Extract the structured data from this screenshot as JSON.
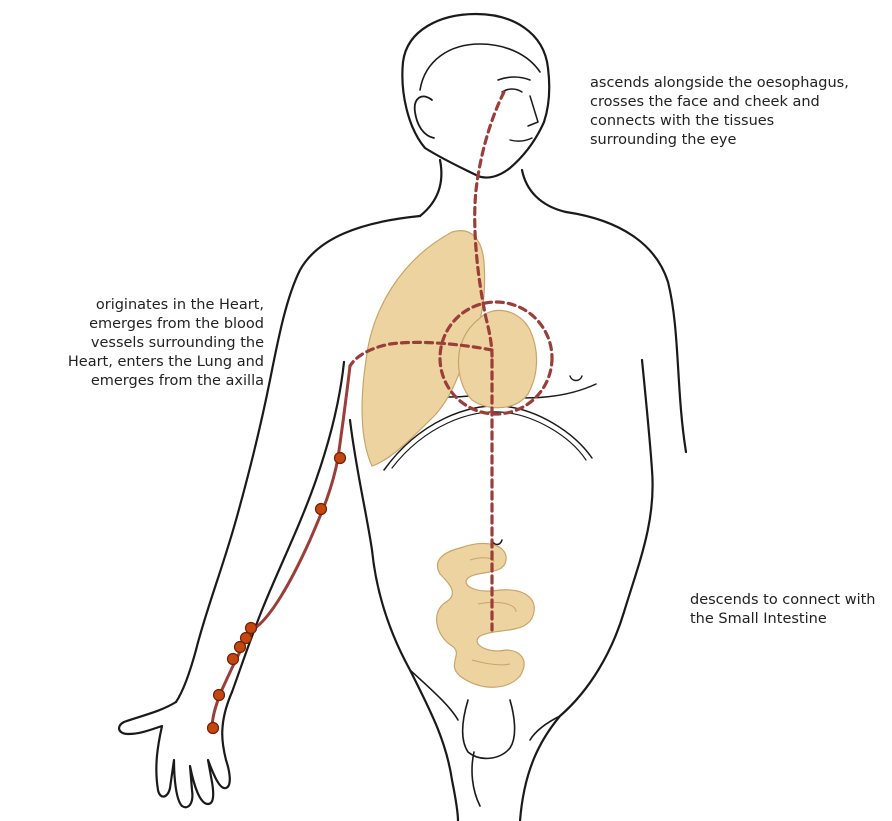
{
  "colors": {
    "outline": "#1a1a1a",
    "organ_fill": "#ecd3a0",
    "organ_stroke": "#c9a46a",
    "channel_line": "#9b3e3a",
    "acupoint_fill": "#c5470f",
    "acupoint_stroke": "#6a2208",
    "text": "#222222",
    "background": "#ffffff"
  },
  "annotations": {
    "eye": [
      "ascends alongside the oesophagus,",
      "crosses the face and cheek and",
      "connects with the tissues",
      "surrounding the eye"
    ],
    "heart": [
      "originates in the Heart,",
      "emerges from the blood",
      "vessels surrounding the",
      "Heart, enters the Lung and",
      "emerges from the axilla"
    ],
    "small_intestine": [
      "descends to connect with",
      "the Small Intestine"
    ]
  }
}
